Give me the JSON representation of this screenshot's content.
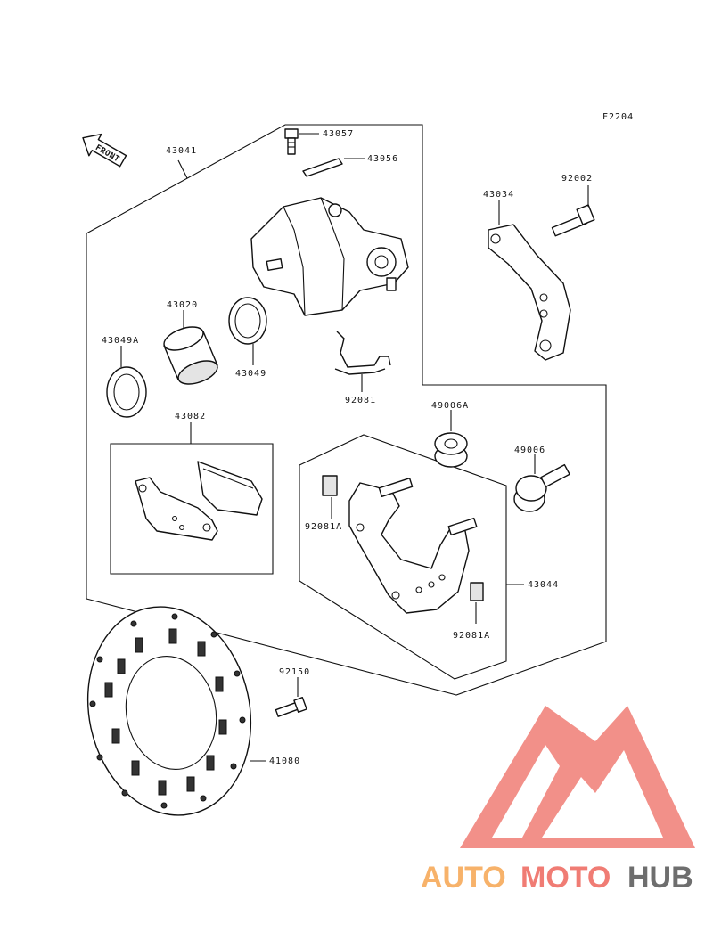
{
  "figure_code": "F2204",
  "front_label": "FRONT",
  "parts": {
    "p43041": "43041",
    "p43057": "43057",
    "p43056": "43056",
    "p43034": "43034",
    "p92002": "92002",
    "p43020": "43020",
    "p43049A": "43049A",
    "p43049": "43049",
    "p92081": "92081",
    "p43082": "43082",
    "p49006A": "49006A",
    "p49006": "49006",
    "p92081A_1": "92081A",
    "p43044": "43044",
    "p92081A_2": "92081A",
    "p92150": "92150",
    "p41080": "41080"
  },
  "watermark": {
    "part1": "AUTO",
    "part2": "MOTO",
    "part3": "HUB",
    "color_orange": "#f7b26a",
    "color_red": "#f07c74",
    "color_gray": "#6e6e6e"
  }
}
